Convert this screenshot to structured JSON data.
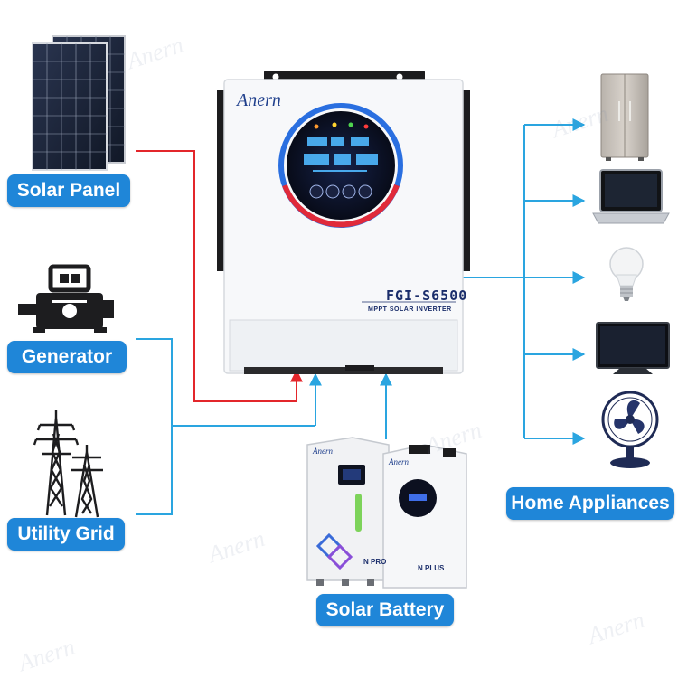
{
  "labels": {
    "solar_panel": "Solar Panel",
    "generator": "Generator",
    "utility_grid": "Utility Grid",
    "solar_battery": "Solar Battery",
    "home_appliances": "Home Appliances"
  },
  "inverter": {
    "brand": "Anern",
    "model": "FGI-S6500",
    "subtitle": "MPPT SOLAR INVERTER"
  },
  "batteries": {
    "left_brand": "Anern",
    "left_badge": "N PRO",
    "right_brand": "Anern",
    "right_badge": "N PLUS"
  },
  "colors": {
    "label_bg": "#1f86d8",
    "solar_line": "#e3262b",
    "ac_line": "#2aa5e0",
    "inverter_ring_blue": "#2a6fe0",
    "inverter_ring_red": "#e02a3a"
  }
}
